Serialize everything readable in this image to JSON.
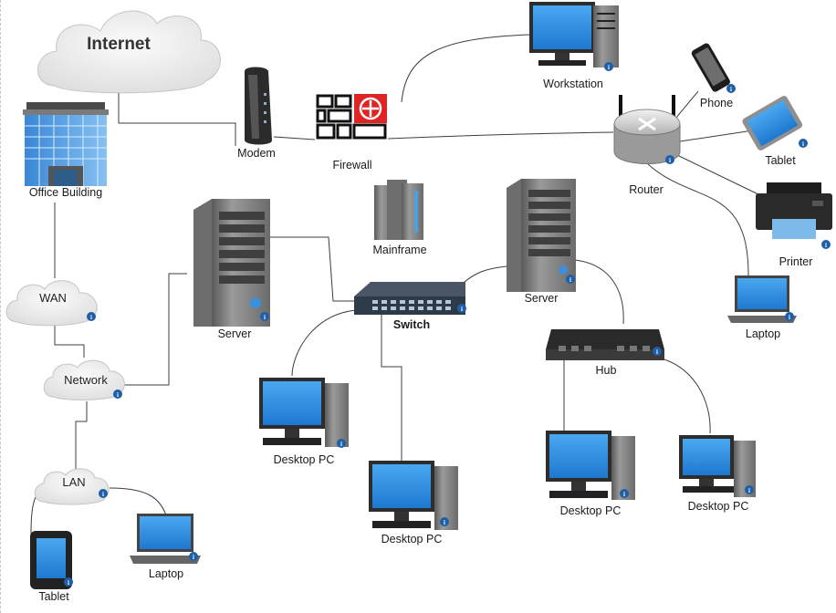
{
  "diagram": {
    "internet_label": "Internet",
    "nodes": {
      "office_building": "Office Building",
      "modem": "Modem",
      "firewall": "Firewall",
      "workstation": "Workstation",
      "phone": "Phone",
      "tablet_top": "Tablet",
      "router": "Router",
      "printer": "Printer",
      "mainframe": "Mainframe",
      "server_left": "Server",
      "server_right": "Server",
      "switch": "Switch",
      "hub": "Hub",
      "laptop_right": "Laptop",
      "wan": "WAN",
      "network": "Network",
      "lan": "LAN",
      "desktop_1": "Desktop PC",
      "desktop_2": "Desktop PC",
      "desktop_3": "Desktop PC",
      "desktop_4": "Desktop PC",
      "laptop_bottom": "Laptop",
      "tablet_bottom": "Tablet"
    },
    "colors": {
      "line": "#3c3c3c",
      "screen_blue": "#2f8de0",
      "info_badge": "#1f5fa8",
      "firewall_red": "#e02424",
      "cloud": "#eeeeee"
    }
  }
}
